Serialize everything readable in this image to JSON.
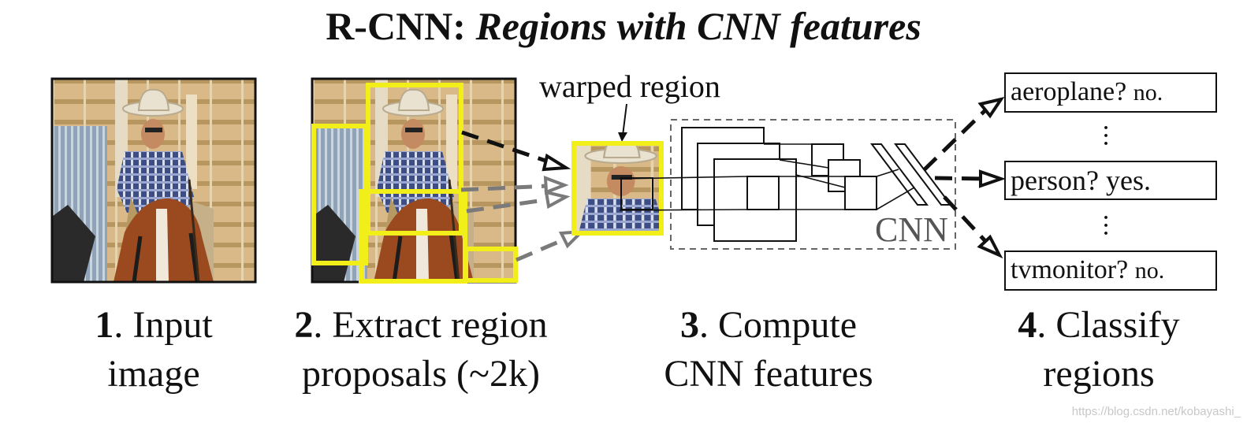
{
  "title": {
    "main": "R-CNN:",
    "subtitle": "Regions with CNN features"
  },
  "labels": {
    "warped_region": "warped region",
    "cnn": "CNN"
  },
  "steps": [
    {
      "num": "1",
      "line1": ". Input",
      "line2": "image"
    },
    {
      "num": "2",
      "line1": ". Extract region",
      "line2": "proposals (~2k)"
    },
    {
      "num": "3",
      "line1": ". Compute",
      "line2": "CNN features"
    },
    {
      "num": "4",
      "line1": ". Classify",
      "line2": "regions"
    }
  ],
  "classes": [
    {
      "name": "aeroplane?",
      "answer": "no."
    },
    {
      "name": "person?",
      "answer": "yes."
    },
    {
      "name": "tvmonitor?",
      "answer": "no."
    }
  ],
  "colors": {
    "proposal_box": "#f2ee1a",
    "arrow_dark": "#111111",
    "arrow_gray": "#7a7a7a"
  },
  "watermark": "https://blog.csdn.net/kobayashi_"
}
